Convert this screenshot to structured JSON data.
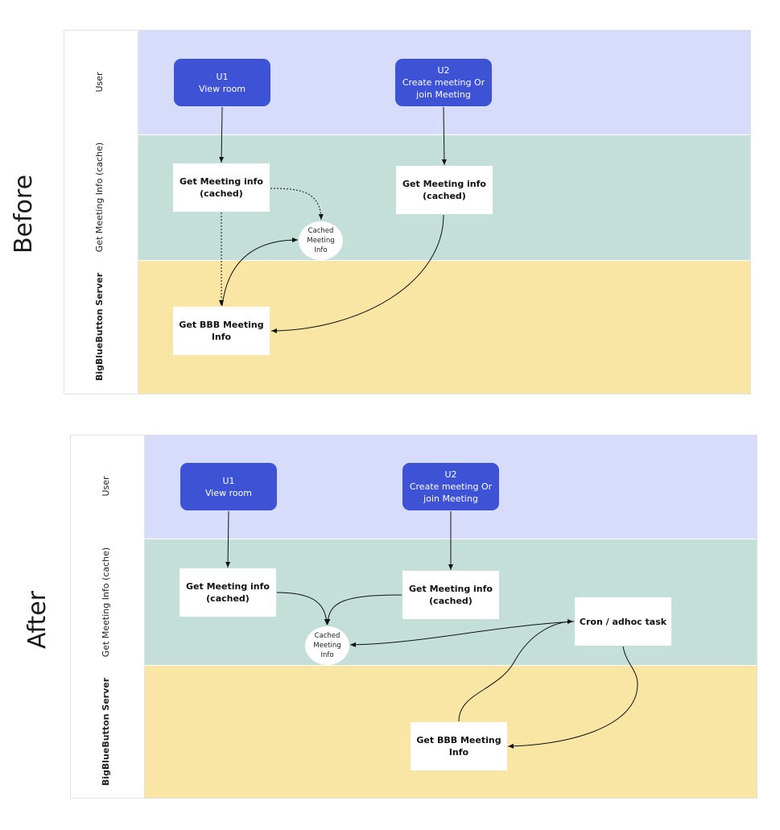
{
  "diagrams": [
    {
      "title": "Before",
      "lanes": {
        "user": "User",
        "cache": "Get Meeting Info (cache)",
        "server": "BigBlueButton Server"
      },
      "nodes": {
        "u1": "U1\nView room",
        "u2": "U2\nCreate meeting Or\njoin Meeting",
        "cache1": "Get Meeting info\n(cached)",
        "cache2": "Get Meeting info\n(cached)",
        "cached_info": "Cached\nMeeting\nInfo",
        "bbb": "Get BBB Meeting\nInfo"
      }
    },
    {
      "title": "After",
      "lanes": {
        "user": "User",
        "cache": "Get Meeting Info (cache)",
        "server": "BigBlueButton Server"
      },
      "nodes": {
        "u1": "U1\nView room",
        "u2": "U2\nCreate meeting Or\njoin Meeting",
        "cache1": "Get Meeting info\n(cached)",
        "cache2": "Get Meeting info\n(cached)",
        "cached_info": "Cached\nMeeting\nInfo",
        "cron": "Cron / adhoc task",
        "bbb": "Get BBB Meeting\nInfo"
      }
    }
  ],
  "colors": {
    "user_lane": "#d6dcfa",
    "cache_lane": "#c3dfd7",
    "server_lane": "#f9e6a5",
    "user_node": "#3d52d5"
  }
}
